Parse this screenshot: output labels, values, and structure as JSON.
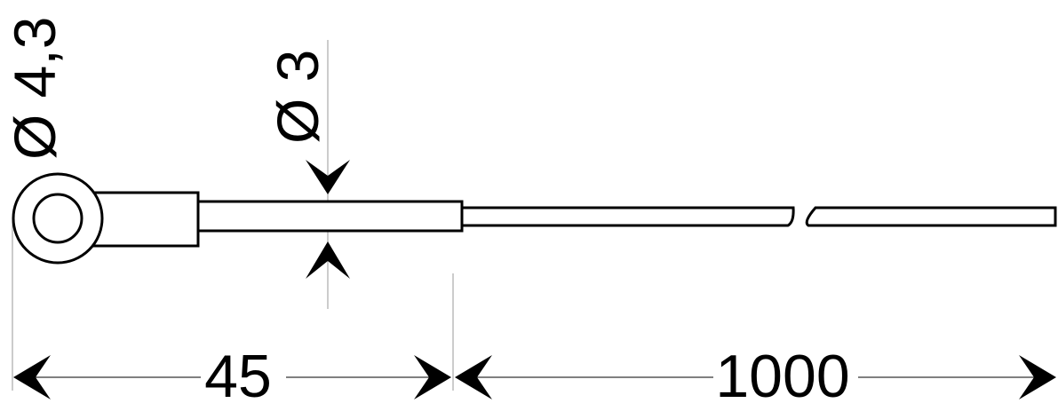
{
  "drawing": {
    "colors": {
      "stroke": "#000000",
      "background": "#ffffff",
      "extension_line": "#9a9a9a"
    },
    "labels": {
      "ring_diameter": "Ø 4,3",
      "probe_diameter": "Ø 3",
      "probe_length": "45",
      "cable_length": "1000"
    }
  }
}
